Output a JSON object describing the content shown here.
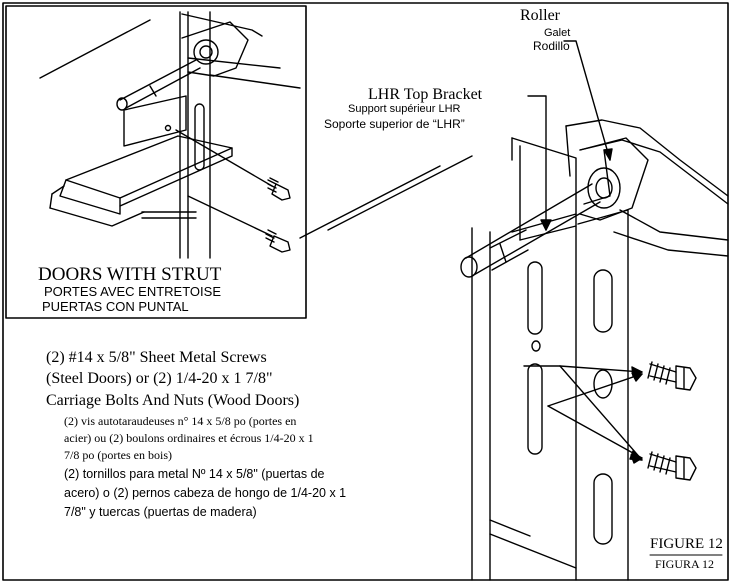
{
  "inset": {
    "title_en": "DOORS WITH STRUT",
    "title_fr": "PORTES AVEC ENTRETOISE",
    "title_es": "PUERTAS CON PUNTAL"
  },
  "labels": {
    "roller_en": "Roller",
    "roller_fr": "Galet",
    "roller_es": "Rodillo",
    "bracket_en": "LHR Top Bracket",
    "bracket_fr": "Support supérieur LHR",
    "bracket_es": "Soporte superior de “LHR”"
  },
  "fasteners": {
    "en_line1": "(2) #14 x 5/8\" Sheet Metal Screws",
    "en_line2": "(Steel Doors) or (2) 1/4-20 x 1 7/8\"",
    "en_line3": "Carriage Bolts And Nuts (Wood Doors)",
    "fr_line1": "(2) vis autotaraudeuses n° 14 x 5/8 po (portes en",
    "fr_line2": "acier) ou (2) boulons ordinaires et écrous 1/4-20 x 1",
    "fr_line3": "7/8 po (portes en bois)",
    "es_line1": "(2) tornillos para metal Nº 14 x 5/8\" (puertas de",
    "es_line2": "acero) o (2) pernos cabeza de hongo de 1/4-20 x 1",
    "es_line3": "7/8\" y tuercas (puertas de madera)"
  },
  "figure": {
    "label_en": "FIGURE 12",
    "label_es": "FIGURA 12"
  }
}
